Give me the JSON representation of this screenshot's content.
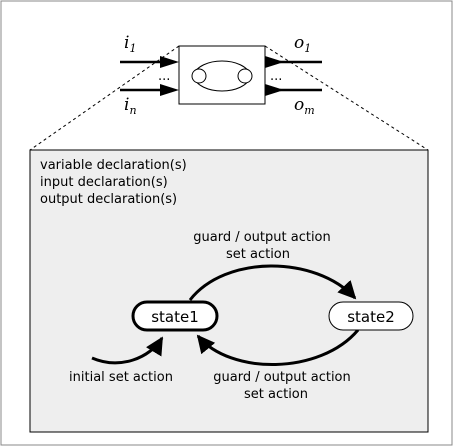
{
  "ports": {
    "input_first": "i",
    "input_first_sub": "1",
    "input_last": "i",
    "input_last_sub": "n",
    "output_first": "o",
    "output_first_sub": "1",
    "output_last": "o",
    "output_last_sub": "m",
    "ellipsis_left": "...",
    "ellipsis_right": "..."
  },
  "declarations": [
    "variable declaration(s)",
    "input declaration(s)",
    "output declaration(s)"
  ],
  "states": {
    "state1": "state1",
    "state2": "state2"
  },
  "transitions": {
    "top_line1": "guard / output action",
    "top_line2": "set action",
    "bottom_line1": "guard / output action",
    "bottom_line2": "set action",
    "initial": "initial set action"
  },
  "colors": {
    "panel_fill": "#eeeeee",
    "stroke": "#000000",
    "frame": "#888888"
  }
}
